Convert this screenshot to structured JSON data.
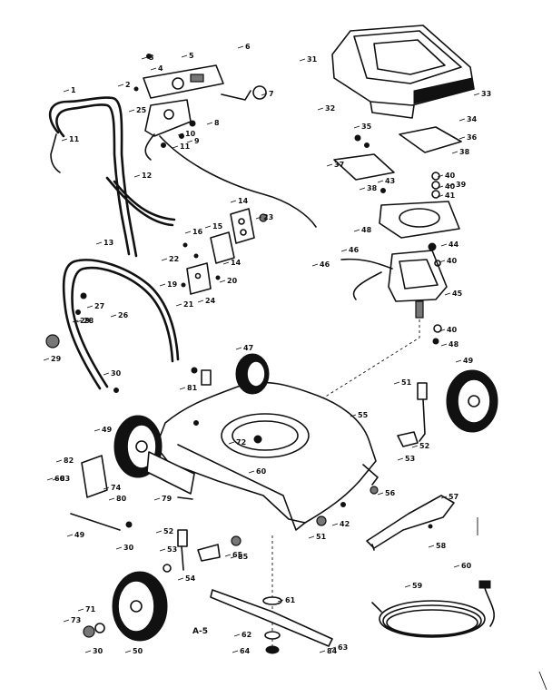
{
  "diagram": {
    "caption": "A-5",
    "part_labels": [
      "1",
      "2",
      "3",
      "4",
      "5",
      "6",
      "7",
      "8",
      "9",
      "10",
      "11",
      "11",
      "12",
      "13",
      "14",
      "14",
      "15",
      "16",
      "19",
      "20",
      "21",
      "22",
      "23",
      "24",
      "25",
      "26",
      "27",
      "28",
      "29",
      "29",
      "30",
      "30",
      "30",
      "31",
      "32",
      "33",
      "34",
      "35",
      "36",
      "37",
      "38",
      "38",
      "39",
      "40",
      "40",
      "40",
      "40",
      "41",
      "42",
      "43",
      "44",
      "45",
      "46",
      "46",
      "47",
      "48",
      "48",
      "49",
      "49",
      "49",
      "50",
      "51",
      "51",
      "52",
      "52",
      "53",
      "53",
      "54",
      "55",
      "56",
      "57",
      "58",
      "59",
      "60",
      "60",
      "60",
      "61",
      "62",
      "63",
      "64",
      "65",
      "71",
      "72",
      "73",
      "74",
      "79",
      "80",
      "81",
      "82",
      "83",
      "84",
      "85"
    ]
  }
}
